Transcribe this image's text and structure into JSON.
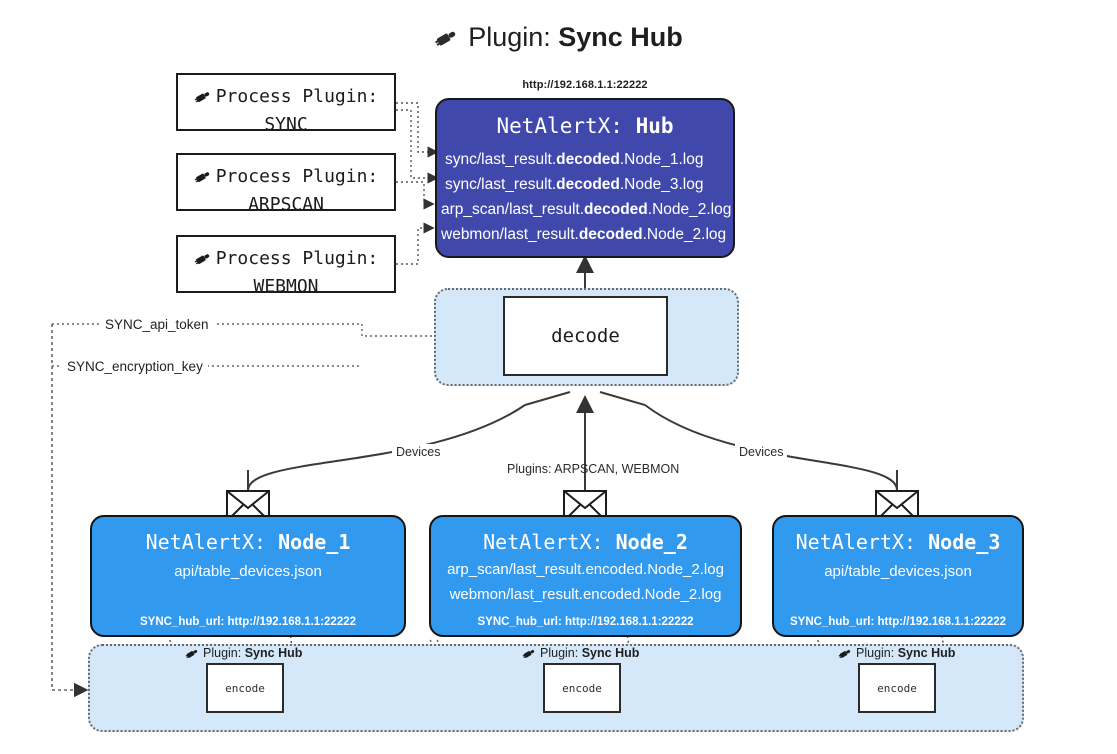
{
  "page": {
    "title_prefix": "Plugin:",
    "title_name": "Sync Hub",
    "plug_icon": "plug-icon"
  },
  "process_plugins": [
    {
      "line1": "Process Plugin:",
      "line2": "SYNC"
    },
    {
      "line1": "Process Plugin:",
      "line2": "ARPSCAN"
    },
    {
      "line1": "Process Plugin:",
      "line2": "WEBMON"
    }
  ],
  "hub": {
    "url_label": "http://192.168.1.1:22222",
    "title_prefix": "NetAlertX:",
    "title_name": "Hub",
    "logs": [
      {
        "pre": "sync/last_result.",
        "em": "decoded",
        "post": ".Node_1.log"
      },
      {
        "pre": "sync/last_result.",
        "em": "decoded",
        "post": ".Node_3.log"
      },
      {
        "pre": "arp_scan/last_result.",
        "em": "decoded",
        "post": ".Node_2.log"
      },
      {
        "pre": "webmon/last_result.",
        "em": "decoded",
        "post": ".Node_2.log"
      }
    ]
  },
  "decode": {
    "label": "decode"
  },
  "env": {
    "api_token": "SYNC_api_token",
    "encryption_key": "SYNC_encryption_key"
  },
  "edges": {
    "devices_left": "Devices",
    "devices_right": "Devices",
    "plugins_middle": "Plugins: ARPSCAN, WEBMON"
  },
  "nodes": [
    {
      "title_prefix": "NetAlertX:",
      "title_name": "Node_1",
      "lines": [
        "api/table_devices.json"
      ],
      "footer": "SYNC_hub_url: http://192.168.1.1:22222",
      "envelope_icon": "envelope-icon"
    },
    {
      "title_prefix": "NetAlertX:",
      "title_name": "Node_2",
      "lines": [
        "arp_scan/last_result.encoded.Node_2.log",
        "webmon/last_result.encoded.Node_2.log"
      ],
      "footer": "SYNC_hub_url: http://192.168.1.1:22222",
      "envelope_icon": "envelope-icon"
    },
    {
      "title_prefix": "NetAlertX:",
      "title_name": "Node_3",
      "lines": [
        "api/table_devices.json"
      ],
      "footer": "SYNC_hub_url: http://192.168.1.1:22222",
      "envelope_icon": "envelope-icon"
    }
  ],
  "encoders": [
    {
      "caption_prefix": "Plugin:",
      "caption_name": "Sync Hub",
      "label": "encode"
    },
    {
      "caption_prefix": "Plugin:",
      "caption_name": "Sync Hub",
      "label": "encode"
    },
    {
      "caption_prefix": "Plugin:",
      "caption_name": "Sync Hub",
      "label": "encode"
    }
  ],
  "colors": {
    "hub_fill": "#4049ab",
    "node_fill": "#3199ee",
    "container_fill": "#d4e8fa",
    "stroke": "#1c1c1c",
    "dotted": "#6a6a6a"
  }
}
